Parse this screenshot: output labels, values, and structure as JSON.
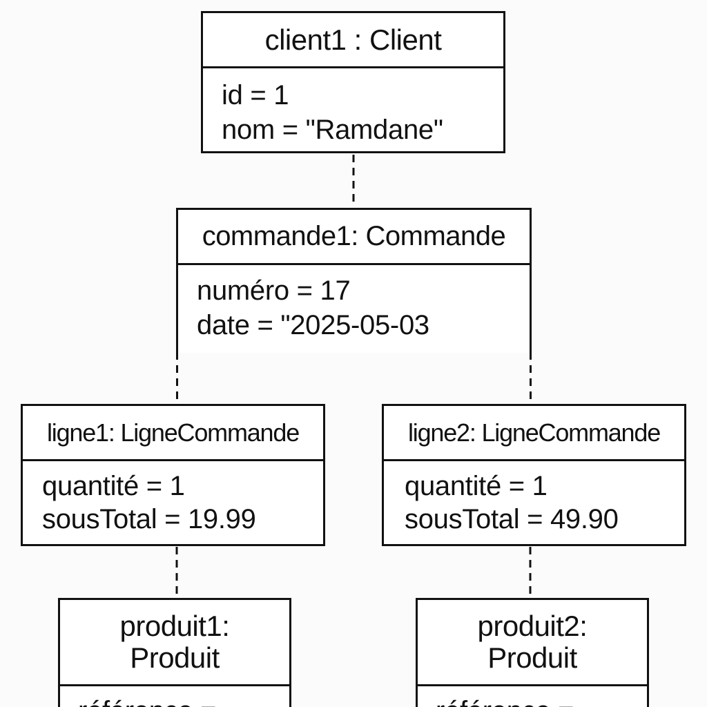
{
  "diagram": {
    "type": "uml-object-diagram",
    "objects": {
      "client1": {
        "title": "client1 : Client",
        "attributes": [
          "id = 1",
          "nom = \"Ramdane\""
        ]
      },
      "commande1": {
        "title": "commande1: Commande",
        "attributes": [
          "numéro = 17",
          "date = \"2025-05-03"
        ]
      },
      "ligne1": {
        "title": "ligne1: LigneCommande",
        "attributes": [
          "quantité = 1",
          "sousTotal = 19.99"
        ]
      },
      "ligne2": {
        "title": "ligne2: LigneCommande",
        "attributes": [
          "quantité = 1",
          "sousTotal = 49.90"
        ]
      },
      "produit1": {
        "title_line1": "produit1:",
        "title_line2": "Produit",
        "attributes": [
          "référence ="
        ]
      },
      "produit2": {
        "title_line1": "produit2:",
        "title_line2": "Produit",
        "attributes": [
          "référence ="
        ]
      }
    },
    "links": [
      {
        "from": "client1",
        "to": "commande1",
        "style": "dashed"
      },
      {
        "from": "commande1",
        "to": "ligne1",
        "style": "dashed"
      },
      {
        "from": "commande1",
        "to": "ligne2",
        "style": "dashed"
      },
      {
        "from": "ligne1",
        "to": "produit1",
        "style": "dashed"
      },
      {
        "from": "ligne2",
        "to": "produit2",
        "style": "dashed"
      }
    ],
    "colors": {
      "stroke": "#111111",
      "text": "#111111",
      "box_fill": "#ffffff",
      "background": "#fbfbfb"
    }
  }
}
